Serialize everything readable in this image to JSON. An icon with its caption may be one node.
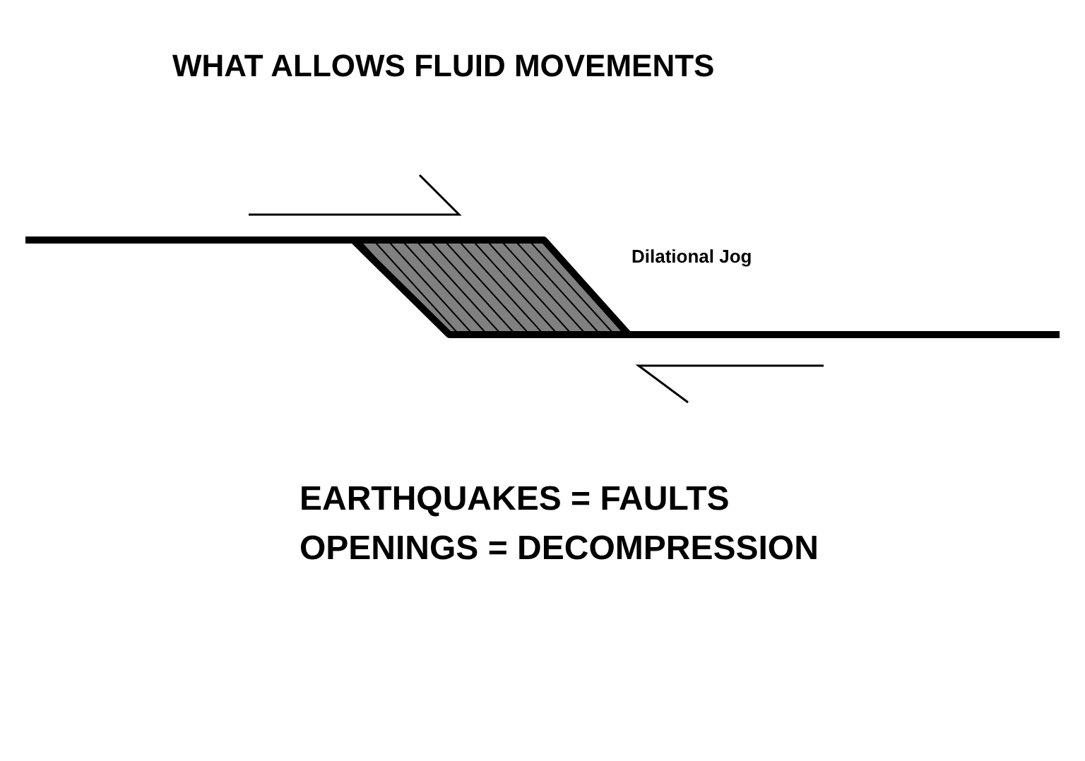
{
  "diagram": {
    "title": "WHAT ALLOWS FLUID MOVEMENTS",
    "labels": [
      "Dilational Jog",
      "EARTHQUAKES = FAULTS",
      "OPENINGS = DECOMPRESSION"
    ]
  }
}
